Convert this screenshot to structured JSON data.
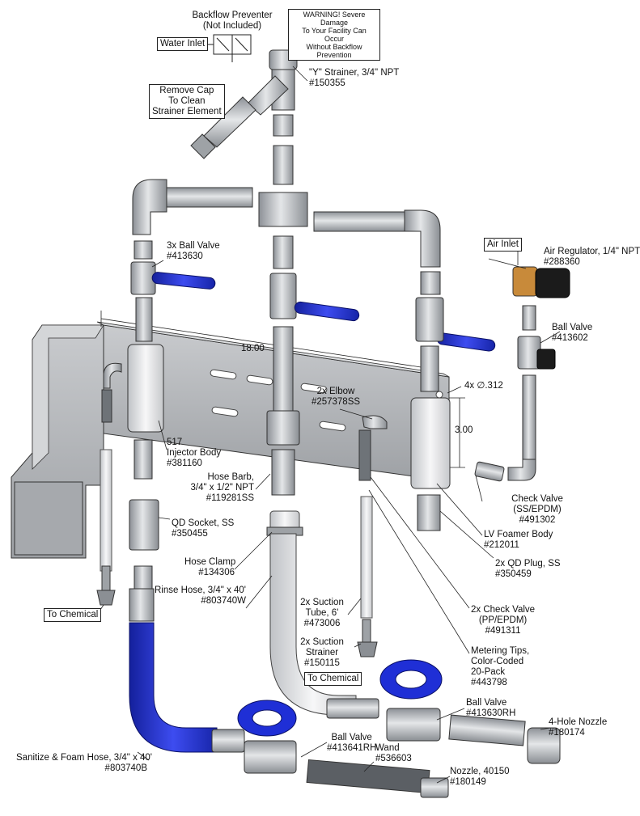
{
  "colors": {
    "steel": "#b9bcbf",
    "steel_dark": "#7d8186",
    "blue": "#1f2fd6",
    "white_hose": "#e9eaec",
    "brass": "#c88a3a",
    "black": "#1b1b1b",
    "panel": "#a7a9ac"
  },
  "boxes": {
    "water_inlet": "Water Inlet",
    "air_inlet": "Air Inlet",
    "to_chemical_left": "To Chemical",
    "to_chemical_center": "To Chemical",
    "warning": [
      "WARNING! Severe Damage",
      "To Your Facility Can Occur",
      "Without Backflow Prevention"
    ],
    "remove_cap": [
      "Remove Cap",
      "To Clean",
      "Strainer Element"
    ]
  },
  "labels": {
    "backflow": [
      "Backflow Preventer",
      "(Not Included)"
    ],
    "y_strainer": [
      "\"Y\" Strainer, 3/4\" NPT",
      "#150355"
    ],
    "ball_valve_3x": [
      "3x Ball Valve",
      "#413630"
    ],
    "air_regulator": [
      "Air Regulator, 1/4\" NPT",
      "#288360"
    ],
    "ball_valve_right": [
      "Ball Valve",
      "#413602"
    ],
    "elbow": [
      "2x Elbow",
      "#257378SS"
    ],
    "injector": [
      "517",
      "Injector Body",
      "#381160"
    ],
    "hose_barb": [
      "Hose Barb,",
      "3/4\" x 1/2\" NPT",
      "#119281SS"
    ],
    "qd_socket": [
      "QD Socket, SS",
      "#350455"
    ],
    "check_valve_ss": [
      "Check Valve",
      "(SS/EPDM)",
      "#491302"
    ],
    "lv_foamer": [
      "LV Foamer Body",
      "#212011"
    ],
    "qd_plug": [
      "2x QD Plug, SS",
      "#350459"
    ],
    "hose_clamp": [
      "Hose Clamp",
      "#134306"
    ],
    "rinse_hose": [
      "Rinse Hose, 3/4\" x 40'",
      "#803740W"
    ],
    "suction_tube": [
      "2x Suction",
      "Tube, 6'",
      "#473006"
    ],
    "suction_strainer": [
      "2x Suction",
      "Strainer",
      "#150115"
    ],
    "check_valve_pp": [
      "2x Check Valve",
      "(PP/EPDM)",
      "#491311"
    ],
    "metering_tips": [
      "Metering Tips,",
      "Color-Coded",
      "20-Pack",
      "#443798"
    ],
    "ball_valve_rh": [
      "Ball Valve",
      "#413630RH"
    ],
    "four_hole_nozzle": [
      "4-Hole Nozzle",
      "#180174"
    ],
    "sanitize_hose": [
      "Sanitize & Foam Hose, 3/4\" x 40'",
      "#803740B"
    ],
    "ball_valve_lh": [
      "Ball Valve",
      "#413641RH"
    ],
    "wand": [
      "Wand",
      "#536603"
    ],
    "nozzle": [
      "Nozzle, 40150",
      "#180149"
    ]
  },
  "dimensions": {
    "width": "18.00",
    "height": "3.00",
    "holes": "4x ∅.312"
  }
}
